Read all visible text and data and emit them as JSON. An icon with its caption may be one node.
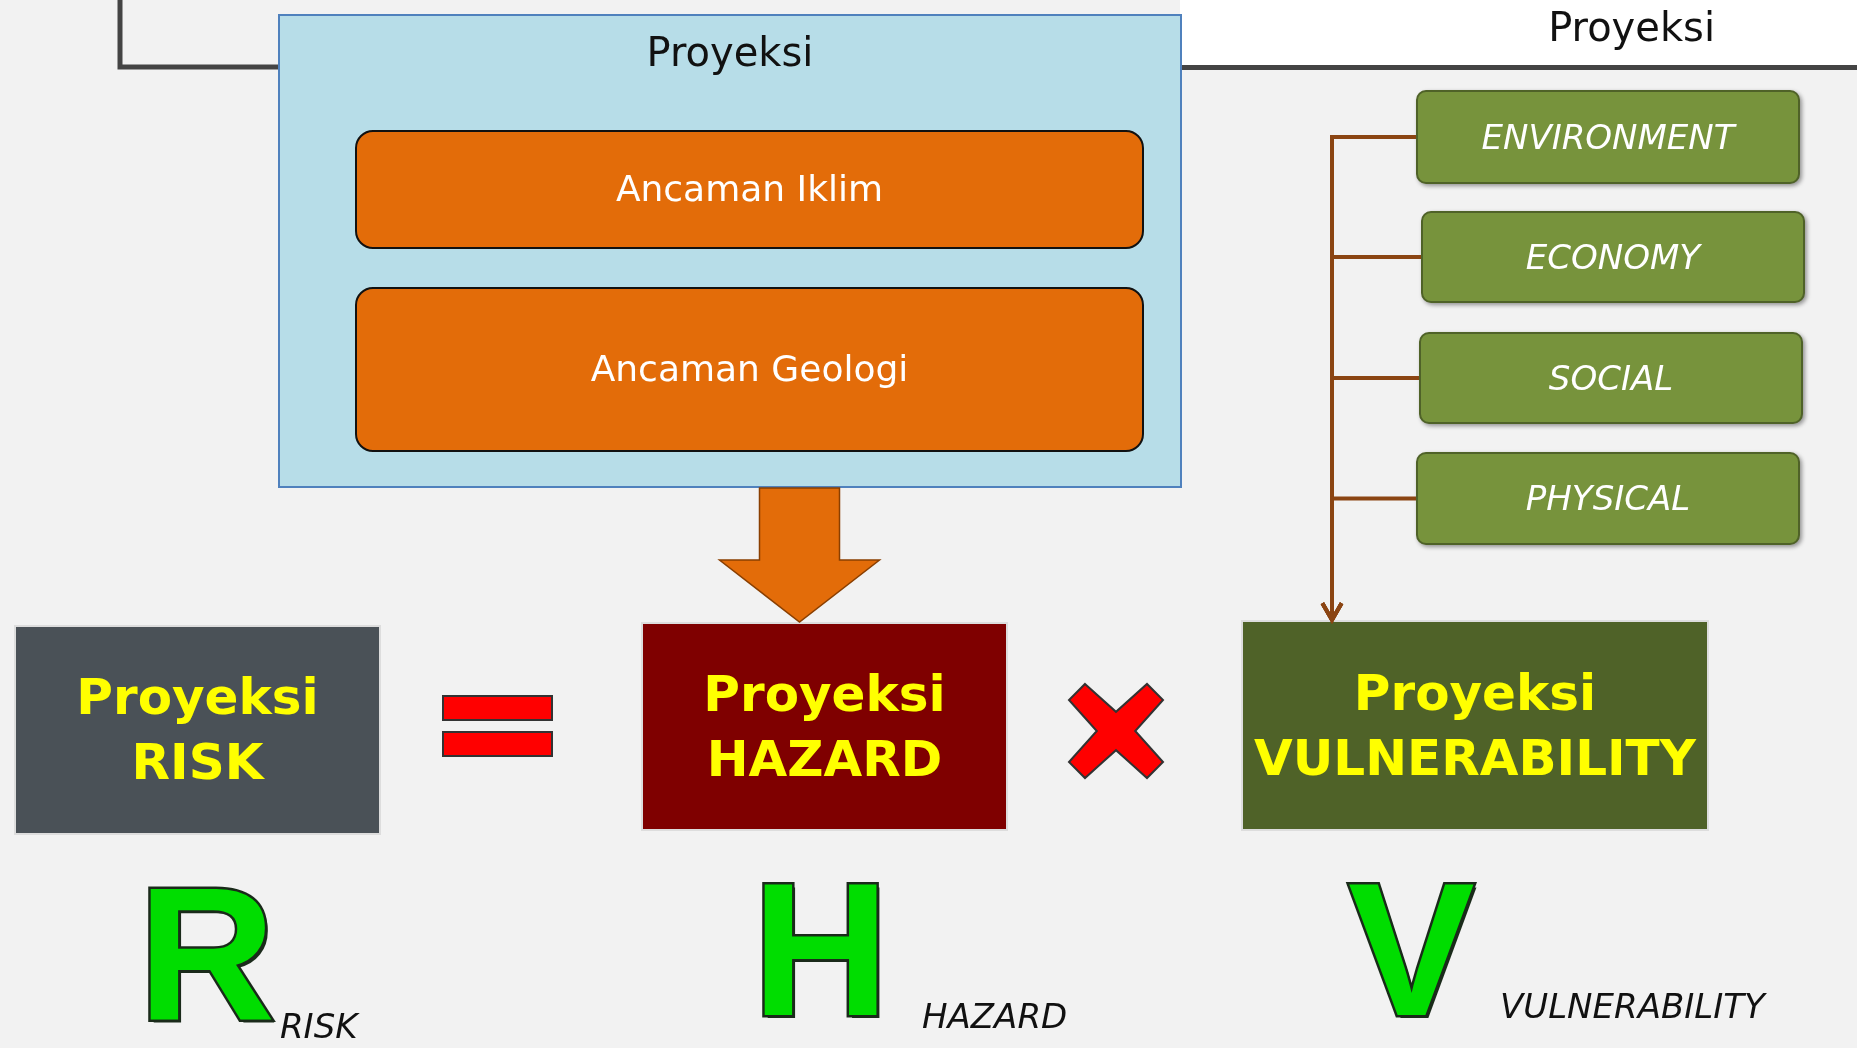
{
  "diagram": {
    "nodes": [
      {
        "text": [
          "Proyeksi"
        ]
      },
      {
        "text": [
          "Proyeksi"
        ]
      },
      {
        "text": [
          "Ancaman Iklim"
        ],
        "in": 1
      },
      {
        "text": [
          "Ancaman Geologi"
        ],
        "in": 1
      },
      {
        "text": [
          "ENVIRONMENT"
        ]
      },
      {
        "text": [
          "ECONOMY"
        ]
      },
      {
        "text": [
          "SOCIAL"
        ]
      },
      {
        "text": [
          "PHYSICAL"
        ]
      },
      {
        "text": [
          "Proyeksi",
          "RISK"
        ]
      },
      {
        "text": [
          "Proyeksi",
          "HAZARD"
        ]
      },
      {
        "text": [
          "Proyeksi",
          "VULNERABILITY"
        ]
      }
    ],
    "edges": [
      {
        "from": 1,
        "to": 9,
        "arrow": "to",
        "style": "thick",
        "color": "#e36c09"
      },
      {
        "from": 4,
        "to": 10,
        "arrow": "to"
      },
      {
        "from": 5,
        "to": 10,
        "arrow": "to"
      },
      {
        "from": 6,
        "to": 10,
        "arrow": "to"
      },
      {
        "from": 7,
        "to": 10,
        "arrow": "to"
      }
    ],
    "labels": [
      "R",
      "RISK",
      "H",
      "HAZARD",
      "V",
      "VULNERABILITY"
    ]
  }
}
